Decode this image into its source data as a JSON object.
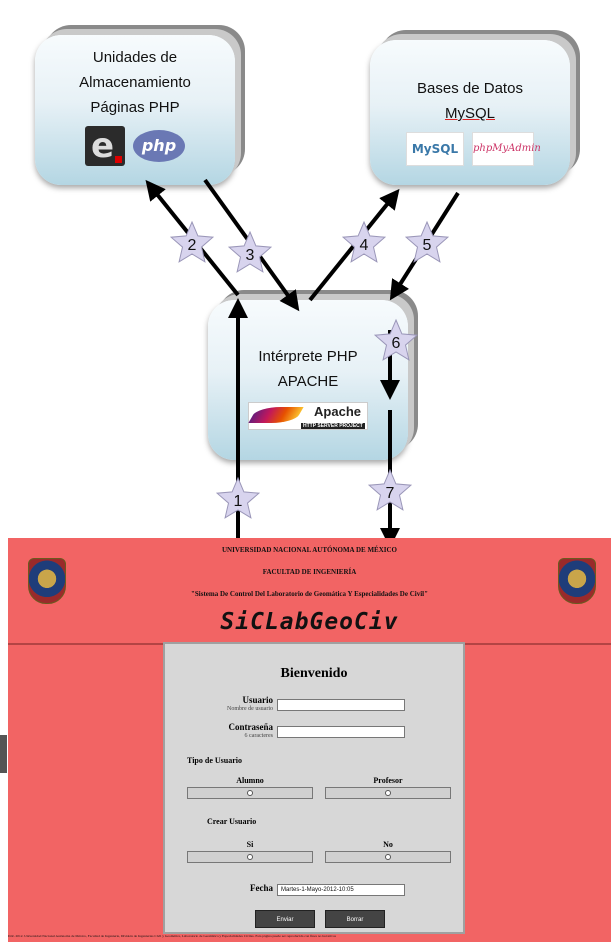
{
  "diagram": {
    "storage": {
      "lines": [
        "Unidades de",
        "Almacenamiento",
        "Páginas PHP"
      ],
      "logos": [
        "e-logo-icon",
        "php-logo-icon"
      ],
      "php_text": "php"
    },
    "database": {
      "lines": [
        "Bases de Datos",
        "MySQL"
      ],
      "logos": [
        "mysql-logo-icon",
        "phpmyadmin-logo-icon"
      ]
    },
    "interpreter": {
      "lines": [
        "Intérprete PHP",
        "APACHE"
      ],
      "logo_text": "Apache",
      "logo_sub": "HTTP SERVER PROJECT"
    },
    "steps": [
      "1",
      "2",
      "3",
      "4",
      "5",
      "6",
      "7"
    ]
  },
  "form_screen": {
    "banner": {
      "university": "UNIVERSIDAD NACIONAL AUTÓNOMA DE MÉXICO",
      "faculty": "FACULTAD DE INGENIERÍA",
      "system": "\"Sistema De Control Del Laboratorio de Geomática Y Especialidades De Civil\"",
      "site_title": "SiCLabGeoCiv"
    },
    "heading": "Bienvenido",
    "fields": {
      "user_label": "Usuario",
      "user_hint": "Nombre de usuario",
      "password_label": "Contraseña",
      "password_hint": "6 caracteres",
      "user_type_label": "Tipo de Usuario",
      "alumno": "Alumno",
      "profesor": "Profesor",
      "create_user_label": "Crear Usuario",
      "si": "Si",
      "no": "No",
      "date_label": "Fecha",
      "date_value": "Martes-1-Mayo-2012-10:05"
    },
    "buttons": {
      "submit": "Enviar",
      "clear": "Borrar"
    },
    "footer": "D.R. 2012. Universidad Nacional Autónoma de México, Facultad de Ingeniería, División de Ingenierías Civil y Geomática, Laboratorio de Geomática y Especialidades Civiles. Esta página puede ser reproducida con fines no lucrativos"
  },
  "colors": {
    "banner_bg": "#f26464",
    "panel_bg": "#d7d7d7",
    "star_fill": "#d8d4ee",
    "box_bottom": "#b4d6e3"
  }
}
